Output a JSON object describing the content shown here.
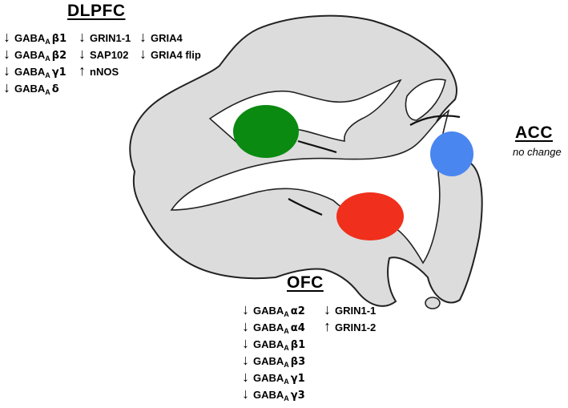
{
  "regions": {
    "dlpfc": {
      "title": "DLPFC",
      "color": "#0a8a10",
      "columns": [
        [
          {
            "dir": "down",
            "arrow": "↓",
            "base": "GABA",
            "sub": "A",
            "rest": "β1"
          },
          {
            "dir": "down",
            "arrow": "↓",
            "base": "GABA",
            "sub": "A",
            "rest": "β2"
          },
          {
            "dir": "down",
            "arrow": "↓",
            "base": "GABA",
            "sub": "A",
            "rest": "γ1"
          },
          {
            "dir": "down",
            "arrow": "↓",
            "base": "GABA",
            "sub": "A",
            "rest": "δ"
          }
        ],
        [
          {
            "dir": "down",
            "arrow": "↓",
            "base": "GRIN1-1"
          },
          {
            "dir": "down",
            "arrow": "↓",
            "base": "SAP102"
          },
          {
            "dir": "up",
            "arrow": "↑",
            "base": "nNOS"
          }
        ],
        [
          {
            "dir": "down",
            "arrow": "↓",
            "base": "GRIA4"
          },
          {
            "dir": "down",
            "arrow": "↓",
            "base": "GRIA4 flip"
          }
        ]
      ]
    },
    "acc": {
      "title": "ACC",
      "note": "no change",
      "color": "#4a86f0"
    },
    "ofc": {
      "title": "OFC",
      "color": "#f0301c",
      "columns": [
        [
          {
            "dir": "down",
            "arrow": "↓",
            "base": "GABA",
            "sub": "A",
            "rest": "α2"
          },
          {
            "dir": "down",
            "arrow": "↓",
            "base": "GABA",
            "sub": "A",
            "rest": "α4"
          },
          {
            "dir": "down",
            "arrow": "↓",
            "base": "GABA",
            "sub": "A",
            "rest": "β1"
          },
          {
            "dir": "down",
            "arrow": "↓",
            "base": "GABA",
            "sub": "A",
            "rest": "β3"
          },
          {
            "dir": "down",
            "arrow": "↓",
            "base": "GABA",
            "sub": "A",
            "rest": "γ1"
          },
          {
            "dir": "down",
            "arrow": "↓",
            "base": "GABA",
            "sub": "A",
            "rest": "γ3"
          }
        ],
        [
          {
            "dir": "down",
            "arrow": "↓",
            "base": "GRIN1-1"
          },
          {
            "dir": "up",
            "arrow": "↑",
            "base": "GRIN1-2"
          }
        ]
      ]
    }
  },
  "brain": {
    "fill": "#dcdcdc",
    "outline": "#222222"
  }
}
